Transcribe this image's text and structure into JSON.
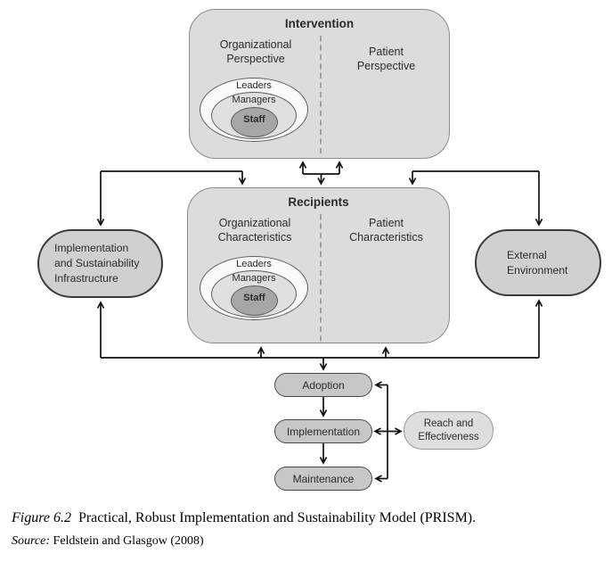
{
  "colors": {
    "container_fill": "#dcdcdc",
    "container_border": "#8c8c8c",
    "side_pill_fill": "#d0d0d0",
    "side_pill_border": "#3a3a3a",
    "stage_fill": "#c7c7c7",
    "stage_border": "#4a4a4a",
    "reach_fill": "#dedede",
    "reach_border": "#9a9a9a",
    "ellipse_outer_fill": "#fafafa",
    "ellipse_middle_fill": "#e0e0e0",
    "ellipse_inner_fill": "#a6a6a6",
    "arrow": "#111111"
  },
  "intervention": {
    "title": "Intervention",
    "left_heading": [
      "Organizational",
      "Perspective"
    ],
    "right_heading": [
      "Patient",
      "Perspective"
    ]
  },
  "recipients": {
    "title": "Recipients",
    "left_heading": [
      "Organizational",
      "Characteristics"
    ],
    "right_heading": [
      "Patient",
      "Characteristics"
    ]
  },
  "org_levels": {
    "outer": "Leaders",
    "middle": "Managers",
    "inner": "Staff"
  },
  "infrastructure": {
    "lines": [
      "Implementation",
      "and Sustainability",
      "Infrastructure"
    ]
  },
  "external": {
    "lines": [
      "External",
      "Environment"
    ]
  },
  "stages": {
    "adoption": "Adoption",
    "implementation": "Implementation",
    "maintenance": "Maintenance",
    "reach": [
      "Reach and",
      "Effectiveness"
    ]
  },
  "caption": {
    "figure_label": "Figure 6.2",
    "figure_text": "Practical, Robust Implementation and Sustainability Model (PRISM).",
    "source_label": "Source:",
    "source_text": "Feldstein and Glasgow (2008)"
  }
}
